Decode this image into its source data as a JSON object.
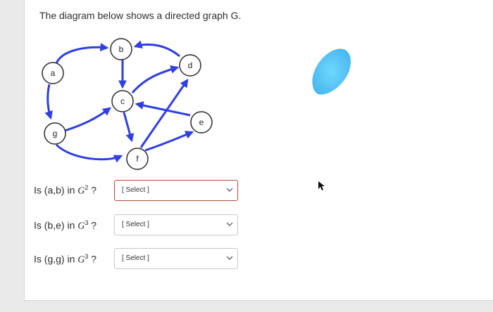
{
  "prompt": "The diagram below shows a directed graph G.",
  "graph": {
    "nodes": [
      {
        "id": "a",
        "label": "a"
      },
      {
        "id": "b",
        "label": "b"
      },
      {
        "id": "c",
        "label": "c"
      },
      {
        "id": "d",
        "label": "d"
      },
      {
        "id": "e",
        "label": "e"
      },
      {
        "id": "f",
        "label": "f"
      },
      {
        "id": "g",
        "label": "g"
      }
    ],
    "edges": [
      {
        "from": "a",
        "to": "b"
      },
      {
        "from": "d",
        "to": "b"
      },
      {
        "from": "b",
        "to": "c"
      },
      {
        "from": "c",
        "to": "d"
      },
      {
        "from": "e",
        "to": "c"
      },
      {
        "from": "c",
        "to": "f"
      },
      {
        "from": "a",
        "to": "g"
      },
      {
        "from": "g",
        "to": "c"
      },
      {
        "from": "g",
        "to": "f"
      },
      {
        "from": "f",
        "to": "e"
      },
      {
        "from": "f",
        "to": "d"
      }
    ],
    "edge_color": "#2f3fe0"
  },
  "questions": [
    {
      "prefix": "Is (a,b) in ",
      "graph": "G",
      "power": "2",
      "suffix": " ?",
      "select_value": "[ Select ]"
    },
    {
      "prefix": "Is (b,e) in ",
      "graph": "G",
      "power": "3",
      "suffix": " ?",
      "select_value": "[ Select ]"
    },
    {
      "prefix": "Is (g,g) in ",
      "graph": "G",
      "power": "3",
      "suffix": " ?",
      "select_value": "[ Select ]"
    }
  ],
  "colors": {
    "active_border": "#b24a3a",
    "blob": "#4fc8f2"
  }
}
